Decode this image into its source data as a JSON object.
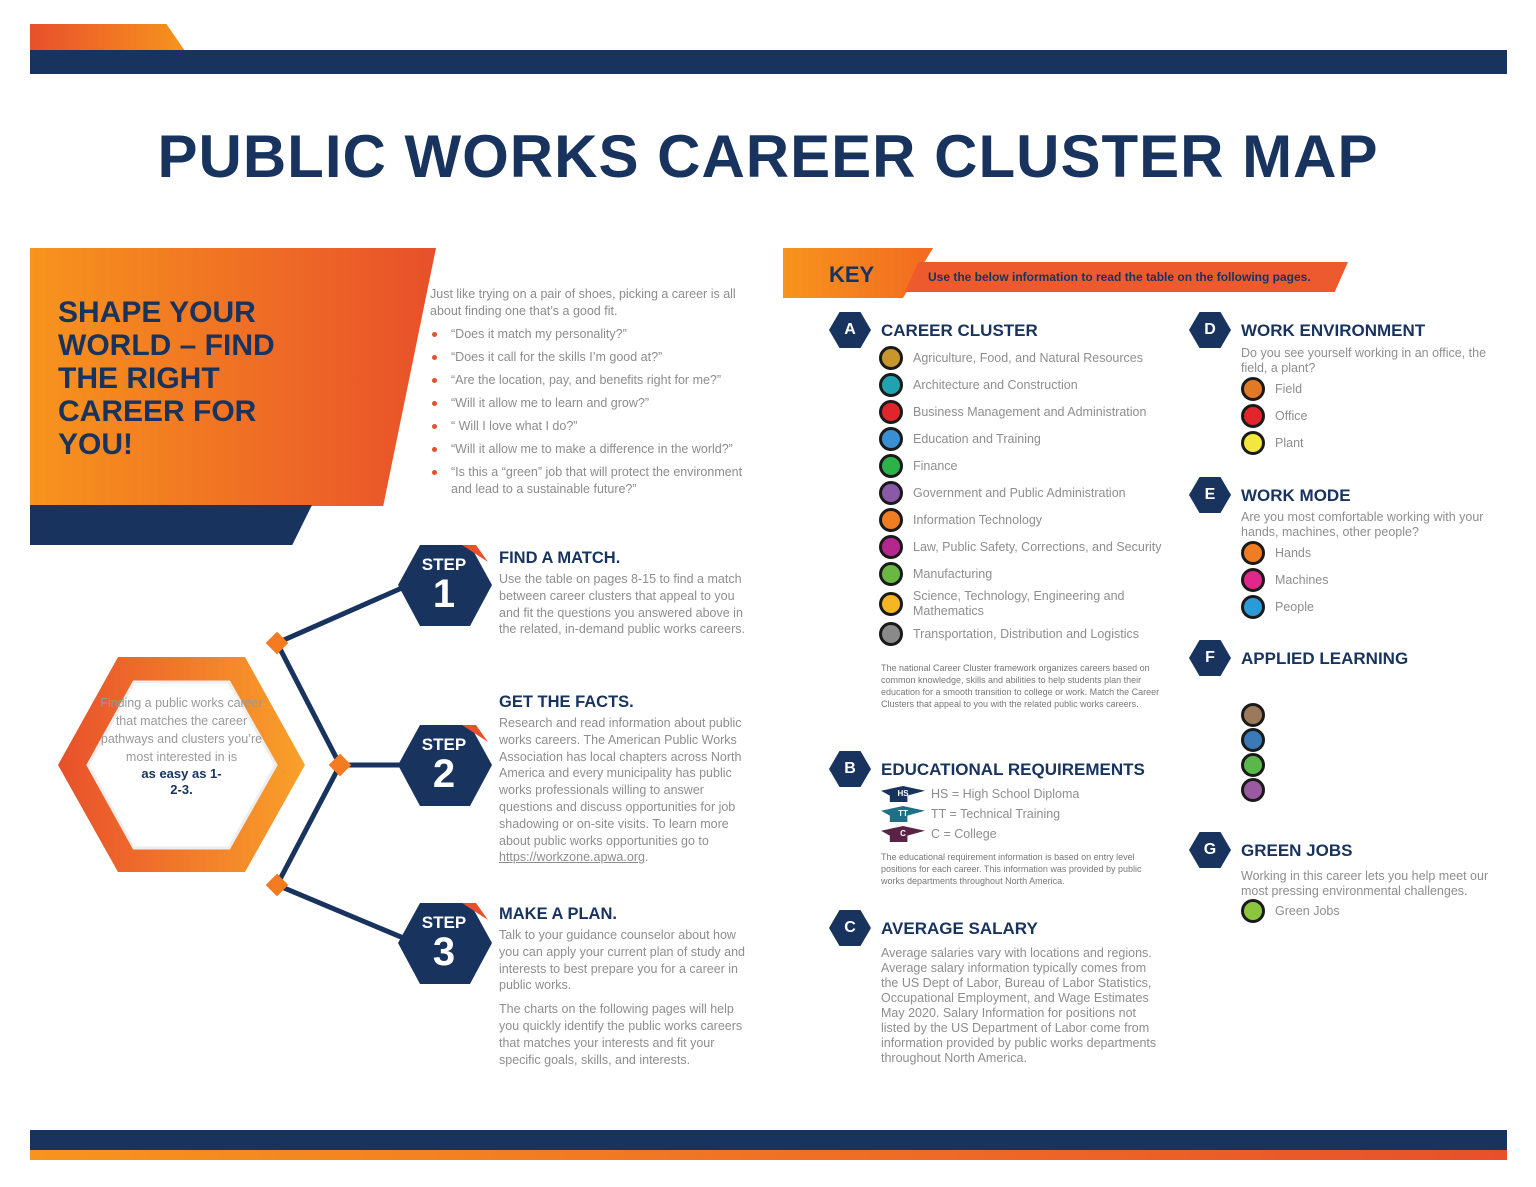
{
  "title": "PUBLIC WORKS CAREER CLUSTER MAP",
  "colors": {
    "navy": "#17335e",
    "orange": "#f7941d",
    "red_orange": "#e8502b"
  },
  "banner": {
    "heading": "SHAPE YOUR WORLD – FIND THE RIGHT CAREER FOR YOU!"
  },
  "intro": {
    "lead": "Just like trying on a pair of shoes, picking a career is all about finding one that’s a good fit.",
    "questions": [
      "“Does it match my personality?”",
      "“Does it call for the skills I’m good at?”",
      "“Are the location, pay, and benefits right for me?”",
      "“Will it allow me to learn and grow?”",
      "“ Will I love what I do?”",
      "“Will it allow me to make a difference in the world?”",
      "“Is this a “green” job that will protect the environment and lead to a sustainable future?”"
    ]
  },
  "hexagon": {
    "text": "Finding a public works career that matches the career pathways and clusters you’re most interested in is",
    "emphasis": "as easy as 1-2-3."
  },
  "steps": [
    {
      "badge": "STEP",
      "number": "1",
      "heading": "FIND A MATCH.",
      "text": "Use the table on pages 8-15 to find a match between career clusters that appeal to you and fit the questions you answered above in the related, in-demand public works careers."
    },
    {
      "badge": "STEP",
      "number": "2",
      "heading": "GET THE FACTS.",
      "text": "Research and read information about public works careers. The American Public Works Association has local chapters across North America and every municipality has public works professionals willing to answer questions and discuss opportunities for job shadowing or on-site visits. To learn more about public works opportunities go to",
      "link": "https://workzone.apwa.org",
      "after": "."
    },
    {
      "badge": "STEP",
      "number": "3",
      "heading": "MAKE A PLAN.",
      "text": "Talk to your guidance counselor about how you can apply your current plan of study and interests to best prepare you for a career in public works.",
      "text2": "The charts on the following pages will help you quickly identify the public works careers that matches your interests and fit your specific goals, skills, and interests."
    }
  ],
  "key": {
    "label": "KEY",
    "instruction": "Use the below information to read the table on the following pages.",
    "career_cluster": {
      "letter": "A",
      "heading": "CAREER CLUSTER",
      "items": [
        {
          "label": "Agriculture, Food, and Natural Resources",
          "icon": "wheat-icon",
          "color": "#c8962a"
        },
        {
          "label": "Architecture and Construction",
          "icon": "building-icon",
          "color": "#1fa3b0"
        },
        {
          "label": "Business Management and Administration",
          "icon": "briefcase-icon",
          "color": "#e0262b"
        },
        {
          "label": "Education and Training",
          "icon": "graduation-icon",
          "color": "#3a8fd0"
        },
        {
          "label": "Finance",
          "icon": "money-icon",
          "color": "#2bb34a"
        },
        {
          "label": "Government and Public Administration",
          "icon": "flag-icon",
          "color": "#8a5aa8"
        },
        {
          "label": "Information Technology",
          "icon": "computer-icon",
          "color": "#f07d22"
        },
        {
          "label": "Law, Public Safety, Corrections, and Security",
          "icon": "gavel-icon",
          "color": "#b5268e"
        },
        {
          "label": "Manufacturing",
          "icon": "gears-icon",
          "color": "#6ab843"
        },
        {
          "label": "Science, Technology, Engineering and Mathematics",
          "icon": "flask-icon",
          "color": "#f5b720"
        },
        {
          "label": "Transportation, Distribution and Logistics",
          "icon": "truck-icon",
          "color": "#8a8a8a"
        }
      ],
      "note": "The national Career Cluster framework organizes careers based on common knowledge, skills and abilities to help students plan their education for a smooth transition to college or work. Match the Career Clusters that appeal to you with the related public works careers."
    },
    "education": {
      "letter": "B",
      "heading": "EDUCATIONAL REQUIREMENTS",
      "items": [
        {
          "abbr": "HS",
          "label": "HS = High School Diploma",
          "color": "#17335e"
        },
        {
          "abbr": "TT",
          "label": "TT = Technical Training",
          "color": "#1f6f86"
        },
        {
          "abbr": "C",
          "label": "C = College",
          "color": "#5a2346"
        }
      ],
      "note": "The educational requirement information is based on entry level positions for each career. This information was provided by public works departments throughout North America."
    },
    "salary": {
      "letter": "C",
      "heading": "AVERAGE SALARY",
      "text": "Average salaries vary with locations and regions. Average salary information typically comes from the US Dept of Labor, Bureau of Labor Statistics, Occupational Employment, and Wage Estimates May 2020. Salary Information for positions not listed by the US Department of Labor come from information provided by public works departments throughout North America."
    },
    "work_environment": {
      "letter": "D",
      "heading": "WORK ENVIRONMENT",
      "question": "Do you see yourself working in an office, the field, a plant?",
      "items": [
        {
          "label": "Field",
          "icon": "field-icon",
          "color": "#e07a24"
        },
        {
          "label": "Office",
          "icon": "office-icon",
          "color": "#e0262b"
        },
        {
          "label": "Plant",
          "icon": "plant-icon",
          "color": "#f2e640"
        }
      ]
    },
    "work_mode": {
      "letter": "E",
      "heading": "WORK MODE",
      "question": "Are you most comfortable working with your hands, machines, other people?",
      "items": [
        {
          "label": "Hands",
          "icon": "hands-icon",
          "color": "#f07d22"
        },
        {
          "label": "Machines",
          "icon": "machines-icon",
          "color": "#e0278a"
        },
        {
          "label": "People",
          "icon": "people-icon",
          "color": "#2a9ad8"
        }
      ]
    },
    "applied_learning": {
      "letter": "F",
      "heading": "APPLIED LEARNING",
      "icons": [
        {
          "icon": "book-icon",
          "color": "#9a7a5a"
        },
        {
          "icon": "calculator-icon",
          "color": "#3a7ab8"
        },
        {
          "icon": "atom-icon",
          "color": "#5ab84a"
        },
        {
          "icon": "brain-icon",
          "color": "#9a5aa0"
        }
      ]
    },
    "green_jobs": {
      "letter": "G",
      "heading": "GREEN JOBS",
      "text": "Working in this career lets you help meet our most pressing environmental challenges.",
      "items": [
        {
          "label": "Green Jobs",
          "icon": "leaf-icon",
          "color": "#8cc63f"
        }
      ]
    }
  }
}
